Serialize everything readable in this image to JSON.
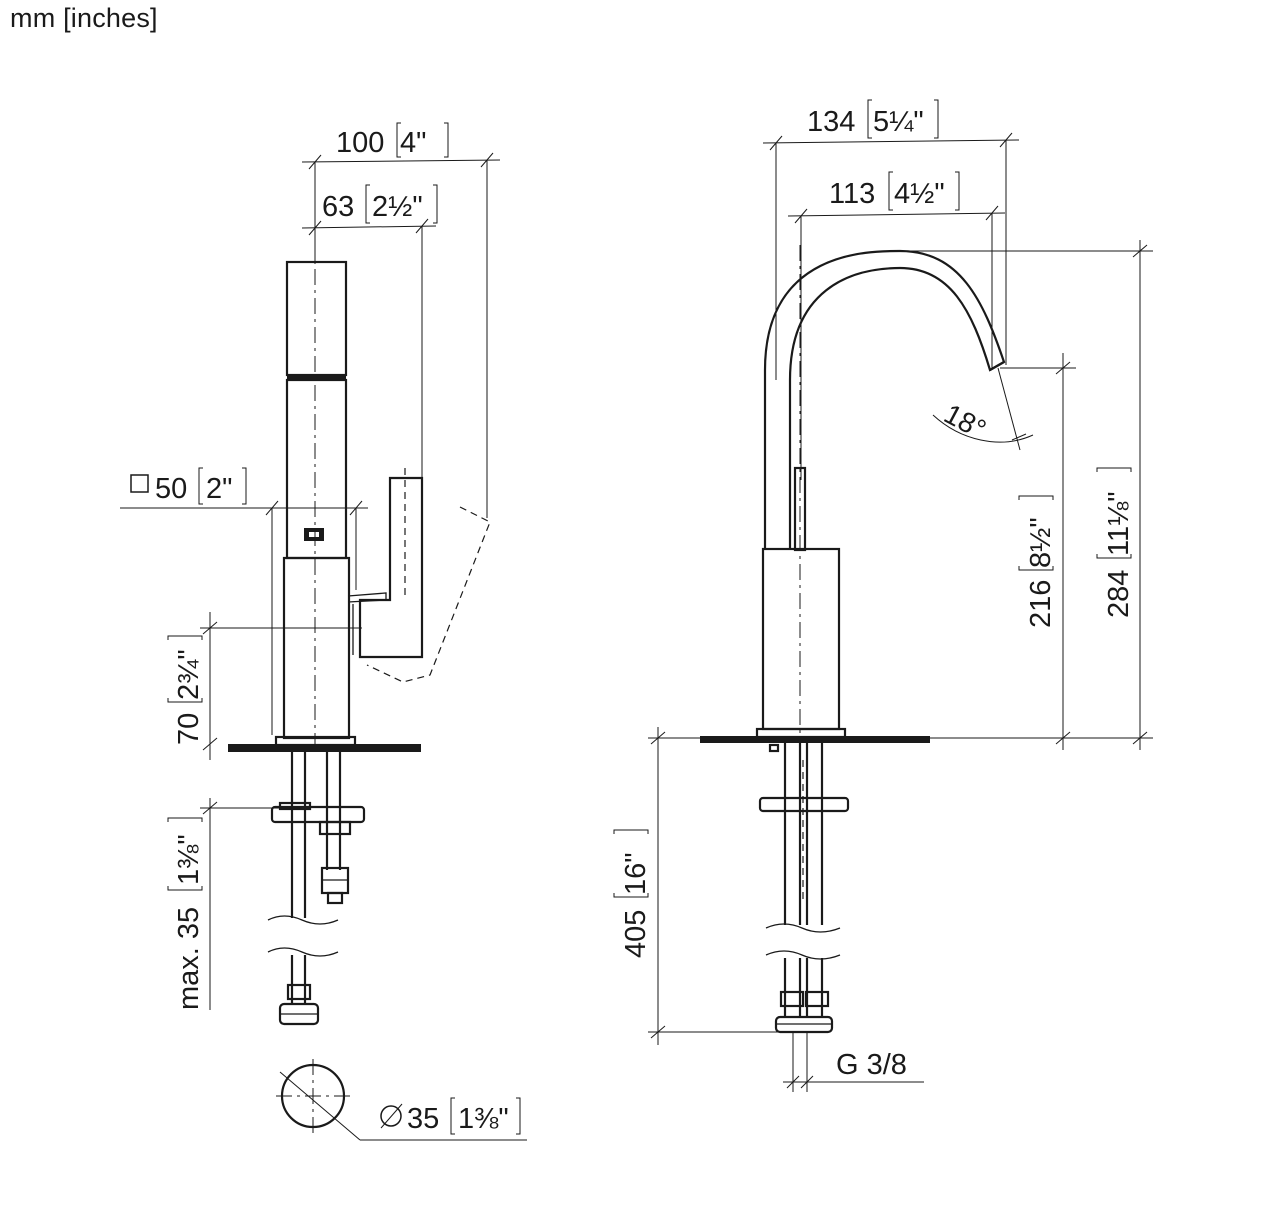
{
  "units_label": "mm [inches]",
  "side_view": {
    "width_100": "100",
    "width_100_in": "4\"",
    "width_63": "63",
    "width_63_in": "2½\"",
    "square_symbol": "□",
    "square_50": "50",
    "square_50_in": "2\"",
    "height_70": "70",
    "height_70_in": "2¾\"",
    "max_35": "max. 35",
    "max_35_in": "1⅜\"",
    "diameter_symbol": "∅",
    "diameter_35": "35",
    "diameter_35_in": "1⅜\""
  },
  "front_view": {
    "width_134": "134",
    "width_134_in": "5¼\"",
    "width_113": "113",
    "width_113_in": "4½\"",
    "angle": "18°",
    "height_216": "216",
    "height_216_in": "8½\"",
    "height_284": "284",
    "height_284_in": "11⅛\"",
    "depth_405": "405",
    "depth_405_in": "16\"",
    "thread": "G 3/8"
  }
}
